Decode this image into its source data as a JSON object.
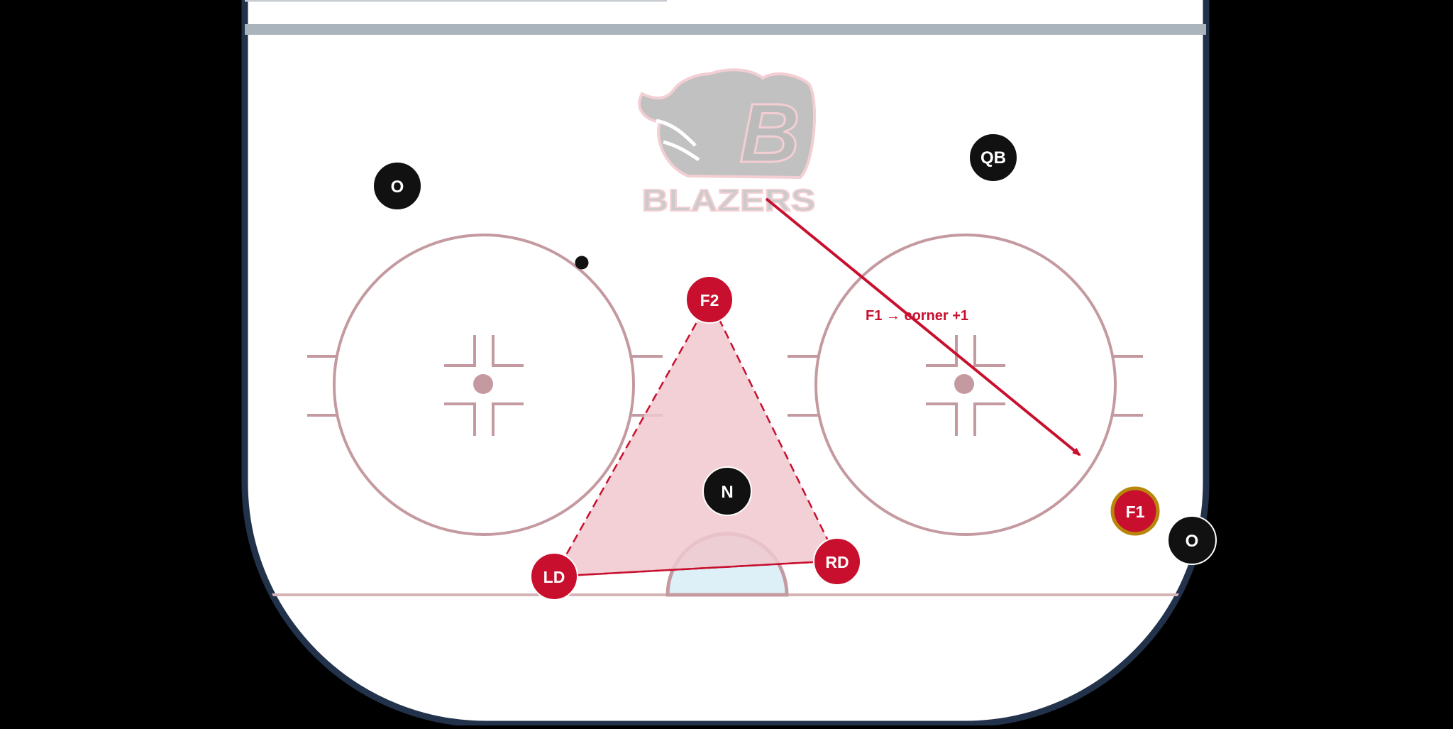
{
  "colors": {
    "background": "#000000",
    "ice": "#ffffff",
    "boards": "#22324a",
    "blue_line": "#aab4bd",
    "markings": "#c49aa0",
    "goal_line": "#d6b3b6",
    "crease": "#ddf0f8",
    "team_red": "#c8102e",
    "opponent": "#111111",
    "puck_carrier_ring": "#b8860b",
    "triangle_fill": "#f0c8cf"
  },
  "logo": {
    "letter": "B",
    "wordmark": "BLAZERS"
  },
  "players": {
    "f2": "F2",
    "ld": "LD",
    "rd": "RD",
    "f1": "F1"
  },
  "opponents": {
    "left_point": "O",
    "qb": "QB",
    "net_front": "N",
    "corner": "O"
  },
  "annotation": {
    "arrow_label": "F1 → corner +1"
  }
}
